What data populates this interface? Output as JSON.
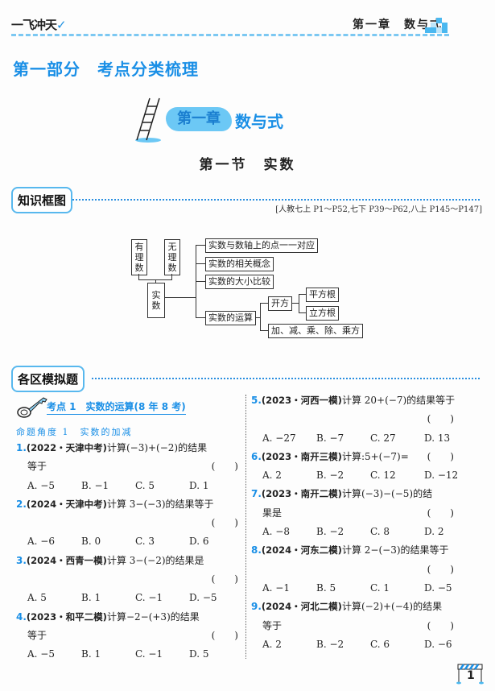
{
  "header": {
    "series_logo": "一飞冲天",
    "running_head": "第一章　数与式"
  },
  "part_title": "第一部分　考点分类梳理",
  "chapter": {
    "label": "第一章",
    "title": "数与式"
  },
  "section_title": "第一节　实数",
  "knowledge_map": {
    "tag": "知识框图",
    "reference": "[人教七上 P1～P52,七下 P39～P62,八上 P145～P147]",
    "nodes": {
      "rational": "有理数",
      "irrational": "无理数",
      "real": "实数",
      "number_line": "实数与数轴上的点一一对应",
      "concepts": "实数的相关概念",
      "compare": "实数的大小比较",
      "operations": "实数的运算",
      "roots": "开方",
      "square_root": "平方根",
      "cube_root": "立方根",
      "arith": "加、减、乘、除、乘方"
    }
  },
  "practice": {
    "tag": "各区模拟题",
    "topic": "考点 1　实数的运算(8 年 8 考)",
    "angle": "命题角度 1　实数的加减",
    "answer_blank": "(　　)",
    "questions": [
      {
        "num": "1.",
        "source": "(2022・天津中考)",
        "stem": "计算(−3)+(−2)的结果",
        "cont": "等于",
        "options": [
          "A. −5",
          "B. −1",
          "C. 5",
          "D. 1"
        ]
      },
      {
        "num": "2.",
        "source": "(2024・天津中考)",
        "stem": "计算 3−(−3)的结果等于",
        "cont": "",
        "options": [
          "A. −6",
          "B. 0",
          "C. 3",
          "D. 6"
        ]
      },
      {
        "num": "3.",
        "source": "(2024・西青一模)",
        "stem": "计算 3−(−2)的结果是",
        "cont": "",
        "options": [
          "A. 5",
          "B. 1",
          "C. −1",
          "D. −5"
        ]
      },
      {
        "num": "4.",
        "source": "(2023・和平二模)",
        "stem": "计算−2−(+3)的结果",
        "cont": "等于",
        "options": [
          "A. −5",
          "B. 1",
          "C. −1",
          "D. 5"
        ]
      },
      {
        "num": "5.",
        "source": "(2023・河西一模)",
        "stem": "计算 20+(−7)的结果等于",
        "cont": "",
        "options": [
          "A. −27",
          "B. −7",
          "C. 27",
          "D. 13"
        ]
      },
      {
        "num": "6.",
        "source": "(2023・南开三模)",
        "stem": "计算:5+(−7)=",
        "inline": true,
        "options": [
          "A. 2",
          "B. −2",
          "C. 12",
          "D. −12"
        ]
      },
      {
        "num": "7.",
        "source": "(2023・南开二模)",
        "stem": "计算(−3)−(−5)的结",
        "cont": "果是",
        "options": [
          "A. −8",
          "B. −2",
          "C. 8",
          "D. 2"
        ]
      },
      {
        "num": "8.",
        "source": "(2024・河东二模)",
        "stem": "计算 2−(−3)的结果等于",
        "cont": "",
        "options": [
          "A. −1",
          "B. 5",
          "C. 1",
          "D. −5"
        ]
      },
      {
        "num": "9.",
        "source": "(2024・河北二模)",
        "stem": "计算(−2)+(−4)的结果",
        "cont": "等于",
        "options": [
          "A. 2",
          "B. −2",
          "C. 6",
          "D. −6"
        ]
      }
    ]
  },
  "page_number": "1",
  "colors": {
    "accent": "#1a8fe6",
    "light": "#6cc8f5"
  }
}
